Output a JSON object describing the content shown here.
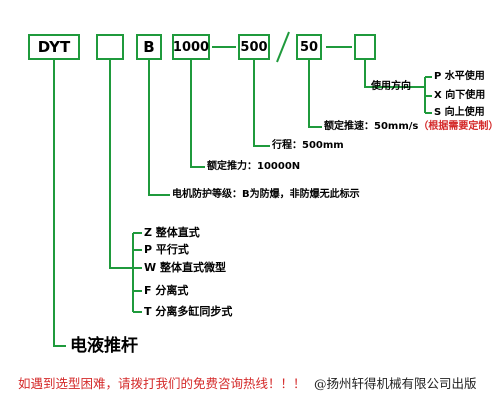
{
  "colors": {
    "line": "#1f9a3c",
    "footer_left": "#d42a2a",
    "footer_right": "#222222",
    "note": "#d42a2a"
  },
  "code_boxes": [
    "DYT",
    "",
    "B",
    "1000",
    "500",
    "50",
    ""
  ],
  "separators": {
    "dash1": "-",
    "slash": "/",
    "dash2": "-"
  },
  "labels": {
    "direction_title": "使用方向",
    "direction_p": "P  水平使用",
    "direction_x": "X  向下使用",
    "direction_s": "S  向上使用",
    "speed": "额定推速：50mm/s",
    "speed_note": "（根据需要定制）",
    "stroke": "行程：500mm",
    "thrust": "额定推力：10000N",
    "protection": "电机防护等级：B为防爆，非防爆无此标示",
    "type_z": "Z  整体直式",
    "type_p": "P  平行式",
    "type_w": "W  整体直式微型",
    "type_f": "F  分离式",
    "type_t": "T  分离多缸同步式",
    "product": "电液推杆"
  },
  "footer": {
    "left": "如遇到选型困难，请拨打我们的免费咨询热线！！！",
    "right": "@扬州轩得机械有限公司出版"
  }
}
